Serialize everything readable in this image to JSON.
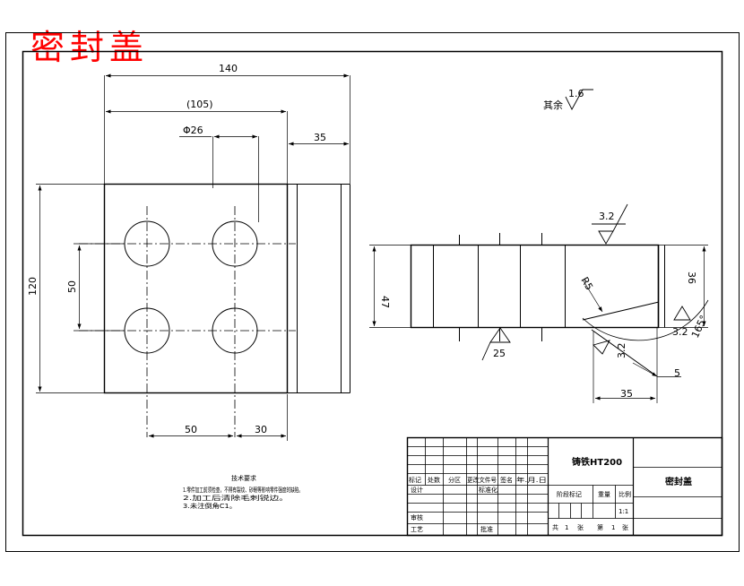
{
  "title": "密封盖",
  "dims": {
    "width_total": "140",
    "width_ref": "(105)",
    "hole_dia": "Φ26",
    "side_width": "35",
    "height_total": "120",
    "hole_pitch_v": "50",
    "hole_pitch_h": "50",
    "hole_edge": "30",
    "thickness": "47",
    "step": "36",
    "radius": "R5",
    "angle": "165°",
    "chamfer": "5",
    "bottom_len": "35"
  },
  "roughness": {
    "other_label": "其余",
    "other_value": "1.6",
    "top": "3.2",
    "side": "3.2",
    "inner": "3.2",
    "bottom": "25"
  },
  "notes": {
    "heading": "技术要求",
    "items": [
      "1.零件加工前须检查，不得有裂纹、砂眼等影响零件强度的缺陷。",
      "2.加工后清除毛刺锐边。",
      "3.未注倒角C1。"
    ]
  },
  "titleblock": {
    "material": "铸铁HT200",
    "part_name": "密封盖",
    "h_mark": "标记",
    "h_count": "处数",
    "h_zone": "分区",
    "h_docno": "更改文件号",
    "h_sign": "签名",
    "h_date": "年.月.日",
    "r_design": "设计",
    "r_std": "标准化",
    "r_check": "审核",
    "r_process": "工艺",
    "r_approve": "批准",
    "c_stage": "阶段标记",
    "c_weight": "重量",
    "c_scale": "比例",
    "scale_value": "1:1",
    "sheets_total": "共",
    "sheets_total_n": "1",
    "sheets_unit": "张",
    "sheet_no": "第",
    "sheet_no_n": "1",
    "sheet_unit2": "张"
  }
}
